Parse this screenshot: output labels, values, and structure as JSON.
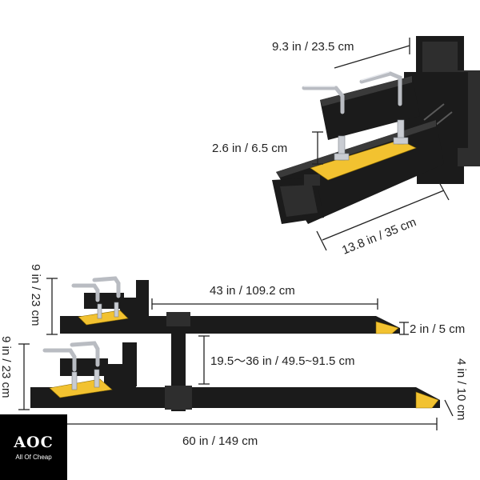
{
  "dimensions": {
    "top_width": "9.3 in / 23.5 cm",
    "clamp_gap": "2.6 in / 6.5 cm",
    "hook_length": "13.8 in / 35 cm",
    "fork_height_upper": "9 in / 23 cm",
    "fork_height_lower": "9 in / 23 cm",
    "blade_length": "43 in / 109.2 cm",
    "blade_thickness": "2 in / 5 cm",
    "fork_spacing": "19.5～36 in / 49.5~91.5 cm",
    "blade_width": "4 in / 10 cm",
    "overall_length": "60 in / 149 cm"
  },
  "logo": {
    "mark": "AOC",
    "name": "All Of Cheap"
  },
  "colors": {
    "steel": "#1b1b1b",
    "plate": "#f2c230",
    "chrome": "#b9bcc2"
  }
}
